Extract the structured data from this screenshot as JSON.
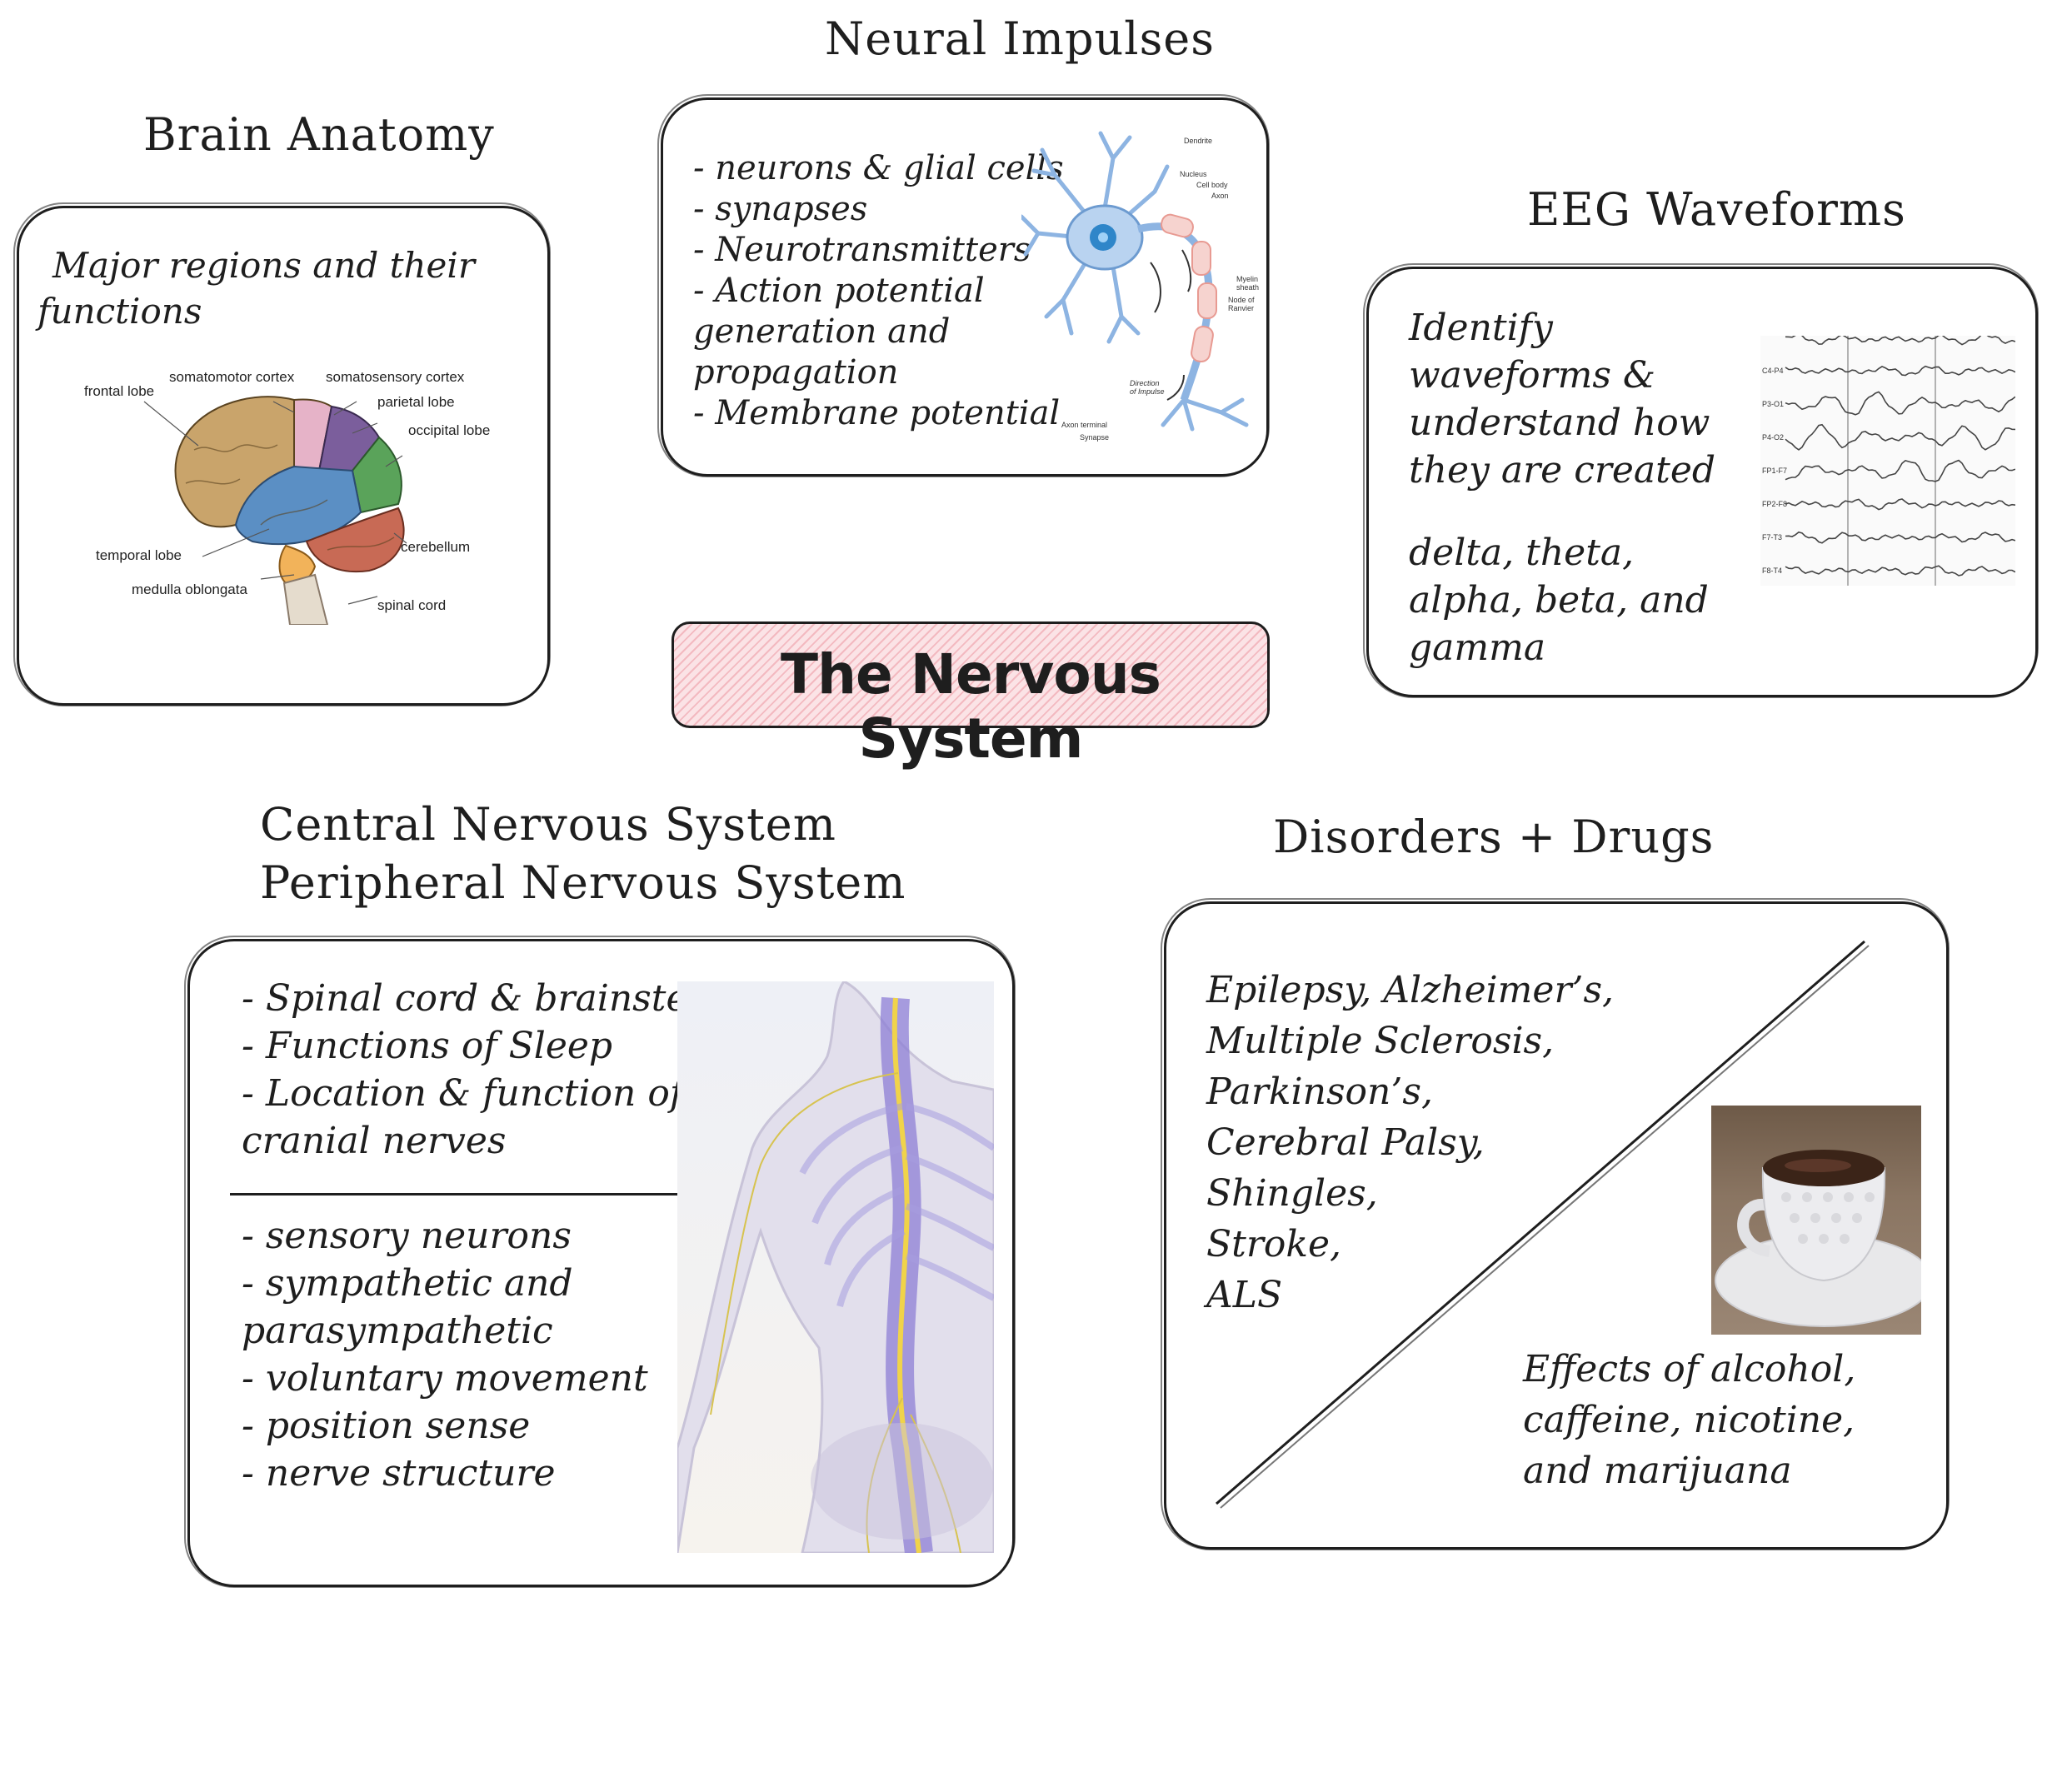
{
  "center_title": "The Nervous System",
  "brain": {
    "title": "Brain Anatomy",
    "subtitle_lines": [
      "Major regions and their",
      "functions"
    ],
    "labels": {
      "frontal": "frontal lobe",
      "somatomotor": "somatomotor cortex",
      "somatosensory": "somatosensory cortex",
      "parietal": "parietal lobe",
      "occipital": "occipital lobe",
      "temporal": "temporal lobe",
      "cerebellum": "cerebellum",
      "medulla": "medulla oblongata",
      "spinal": "spinal cord"
    }
  },
  "neural": {
    "title": "Neural Impulses",
    "lines": [
      "- neurons & glial cells",
      "- synapses",
      "- Neurotransmitters",
      "- Action potential",
      "generation and",
      "propagation",
      "- Membrane potential"
    ],
    "labels": {
      "dendrite": "Dendrite",
      "nucleus": "Nucleus",
      "cell_body": "Cell body",
      "axon": "Axon",
      "myelin_1": "Myelin",
      "myelin_2": "sheath",
      "node_1": "Node of",
      "node_2": "Ranvier",
      "direction_1": "Direction",
      "direction_2": "of Impulse",
      "axon_terminal": "Axon terminal",
      "synapse": "Synapse"
    }
  },
  "eeg": {
    "title": "EEG Waveforms",
    "lines": [
      "Identify",
      "waveforms &",
      "understand how",
      "they are created"
    ],
    "lines2": [
      "delta, theta,",
      "alpha, beta, and",
      "gamma"
    ],
    "channels": [
      "C4-P4",
      "P3-O1",
      "P4-O2",
      "FP1-F7",
      "FP2-F8",
      "F7-T3",
      "F8-T4"
    ]
  },
  "cns": {
    "title_1": "Central Nervous System",
    "title_2": "Peripheral Nervous System",
    "lines": [
      "- Spinal cord & brainstem",
      "- Functions of Sleep",
      "- Location & function of",
      "cranial nerves"
    ],
    "lines2": [
      "- sensory neurons",
      "- sympathetic and",
      "parasympathetic",
      "- voluntary movement",
      "- position sense",
      "- nerve structure"
    ]
  },
  "disorders": {
    "title": "Disorders + Drugs",
    "lines": [
      "Epilepsy, Alzheimer’s,",
      "Multiple Sclerosis,",
      "Parkinson’s,",
      "Cerebral Palsy,",
      "Shingles,",
      "Stroke,",
      "ALS"
    ],
    "effects": [
      "Effects of alcohol,",
      "caffeine, nicotine,",
      "and marijuana"
    ]
  }
}
